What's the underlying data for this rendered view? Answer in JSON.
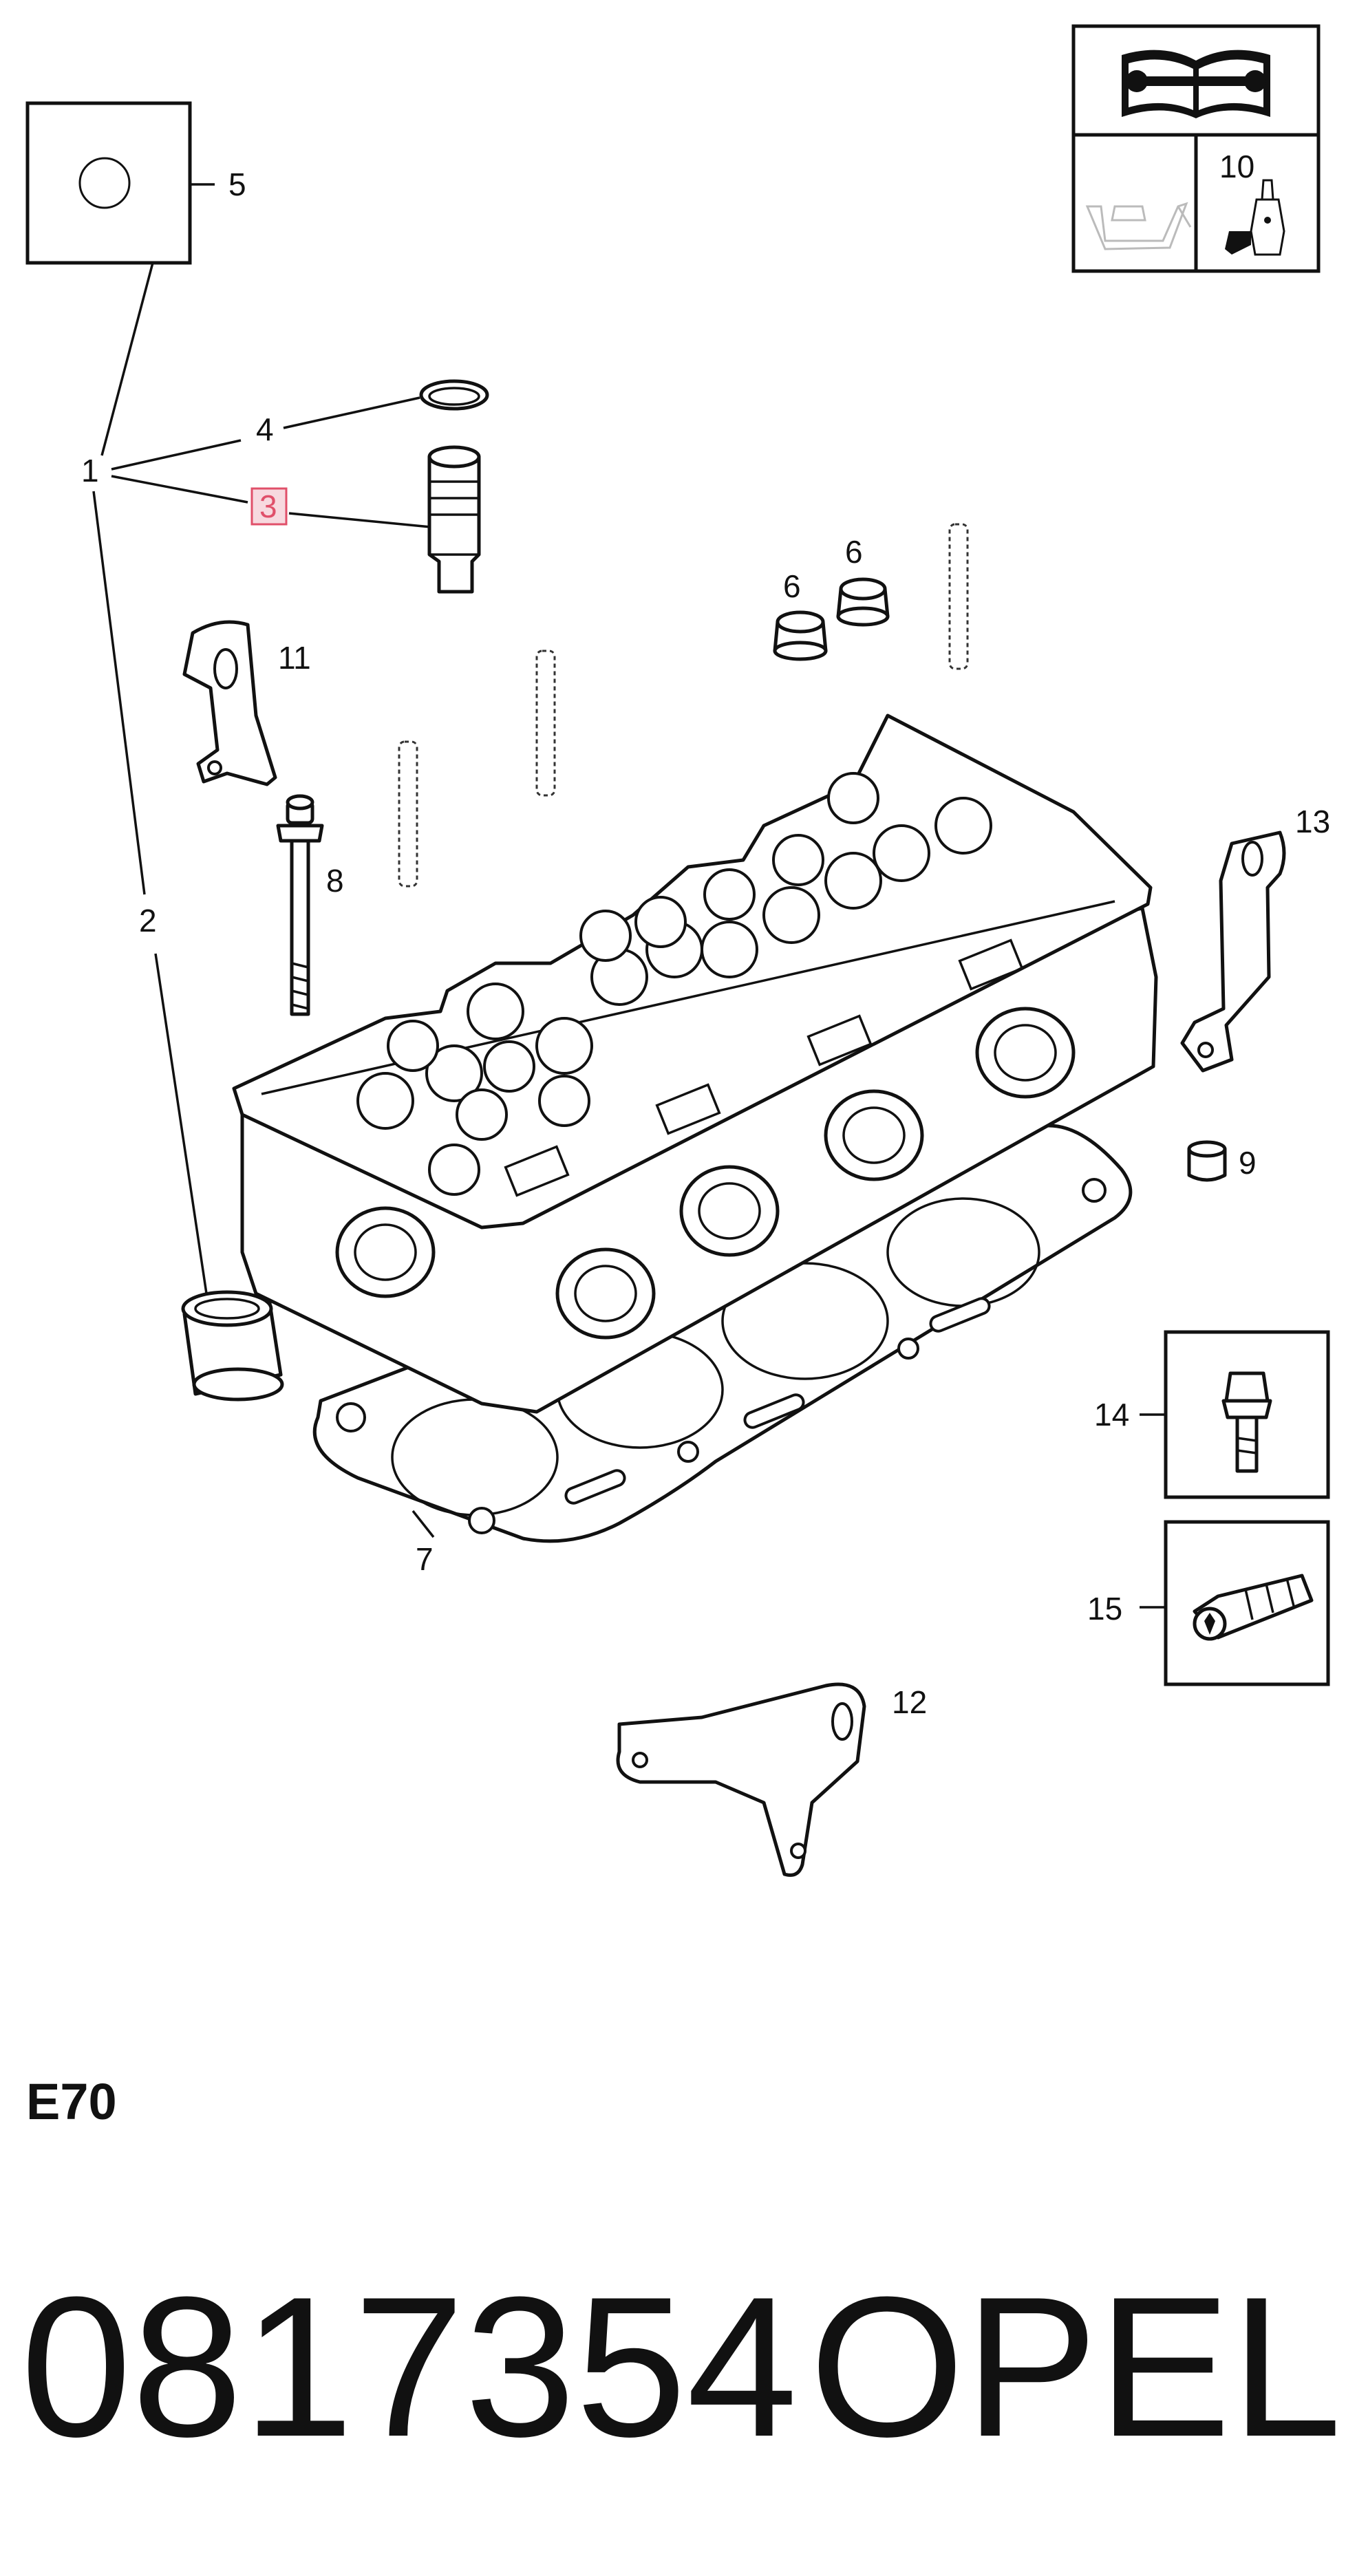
{
  "callouts": {
    "c1": "1",
    "c2": "2",
    "c3": "3",
    "c4": "4",
    "c5": "5",
    "c6a": "6",
    "c6b": "6",
    "c7": "7",
    "c8": "8",
    "c9": "9",
    "c10": "10",
    "c11": "11",
    "c12": "12",
    "c13": "13",
    "c14": "14",
    "c15": "15"
  },
  "highlight": {
    "callout": "3",
    "color": "#e0506a"
  },
  "icons": {
    "manual": "repair-manual-icon",
    "oil_can": "oil-can-icon",
    "sealant": "sealant-tube-icon"
  },
  "diagram_code": "E70",
  "part_number": "0817354",
  "brand": "OPEL"
}
